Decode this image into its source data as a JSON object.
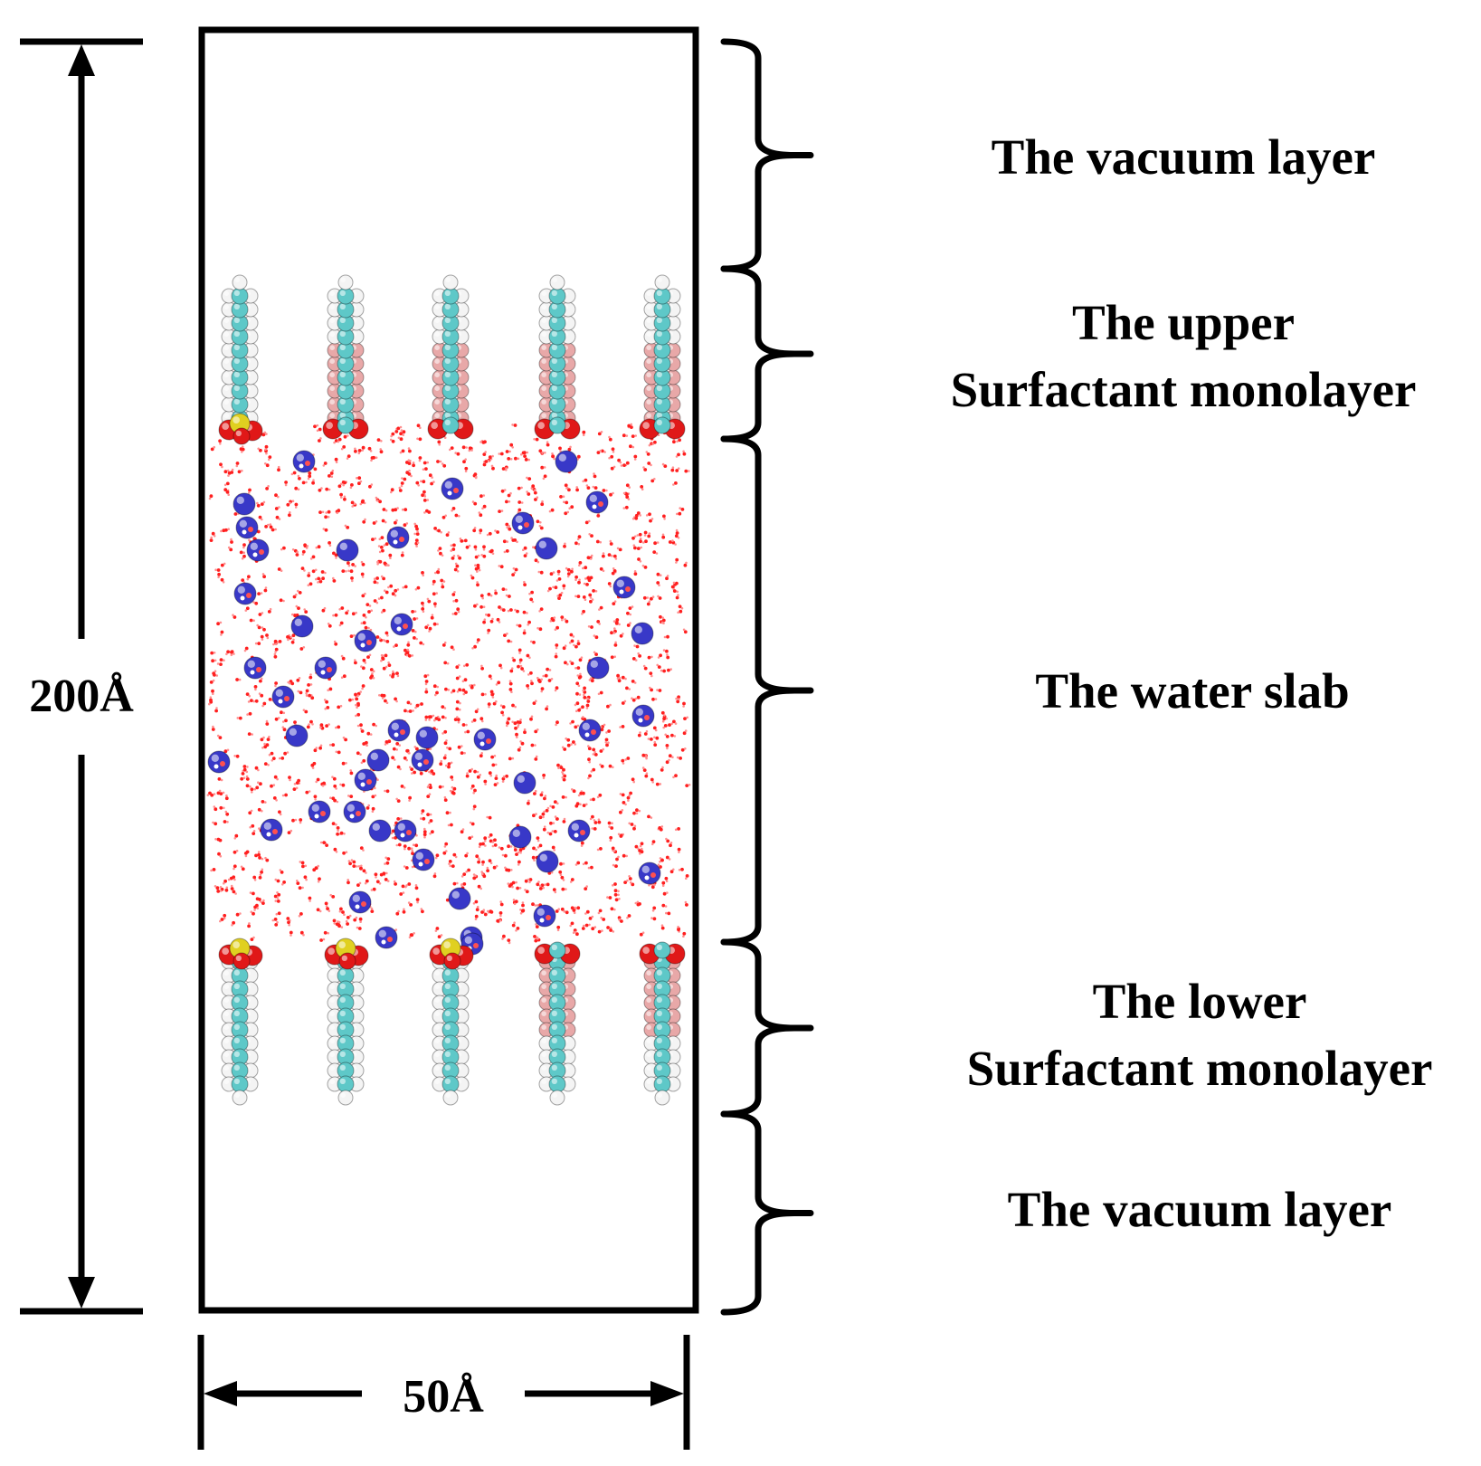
{
  "dimensions": {
    "height_label": "200Å",
    "width_label": "50Å"
  },
  "layers": [
    {
      "name": "vacuum-top",
      "lines": [
        "The vacuum  layer"
      ]
    },
    {
      "name": "upper-monolayer",
      "lines": [
        "The upper",
        "Surfactant monolayer"
      ]
    },
    {
      "name": "water-slab",
      "lines": [
        "The water slab"
      ]
    },
    {
      "name": "lower-monolayer",
      "lines": [
        "The lower",
        "Surfactant monolayer"
      ]
    },
    {
      "name": "vacuum-bottom",
      "lines": [
        "The vacuum  layer"
      ]
    }
  ],
  "colors": {
    "carbon": "#5ec8c8",
    "hydrogen": "#f4f4f4",
    "fluorine": "#e8a8a8",
    "oxygen": "#e01818",
    "sulfur": "#e0d020",
    "ion": "#3838c8",
    "water": "#ff2020",
    "frame": "#000000"
  },
  "upper_surfactants": [
    {
      "head": "sulfonate",
      "tail": "hydrocarbon"
    },
    {
      "head": "carboxylate",
      "tail": "fluorinated"
    },
    {
      "head": "carboxylate",
      "tail": "fluorinated"
    },
    {
      "head": "carboxylate",
      "tail": "fluorinated"
    },
    {
      "head": "carboxylate",
      "tail": "fluorinated"
    }
  ],
  "lower_surfactants": [
    {
      "head": "sulfonate",
      "tail": "hydrocarbon"
    },
    {
      "head": "sulfonate",
      "tail": "hydrocarbon"
    },
    {
      "head": "sulfonate",
      "tail": "hydrocarbon"
    },
    {
      "head": "carboxylate",
      "tail": "fluorinated"
    },
    {
      "head": "carboxylate",
      "tail": "fluorinated"
    }
  ]
}
